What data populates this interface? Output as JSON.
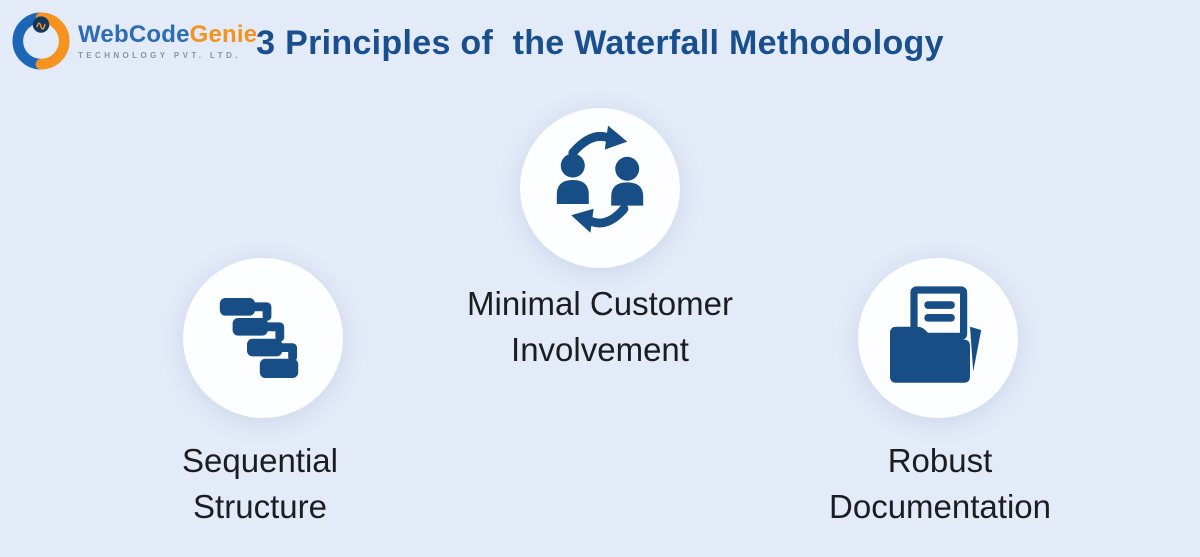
{
  "brand": {
    "name_blue": "WebCode",
    "name_orange": "Genie",
    "tagline": "TECHNOLOGY PVT. LTD."
  },
  "header": {
    "title": "3 Principles of  the Waterfall Methodology"
  },
  "principles": [
    {
      "id": "sequential-structure",
      "icon": "waterfall-blocks-icon",
      "label_line1": "Sequential",
      "label_line2": "Structure"
    },
    {
      "id": "minimal-customer-involvement",
      "icon": "people-sync-icon",
      "label_line1": "Minimal Customer",
      "label_line2": "Involvement"
    },
    {
      "id": "robust-documentation",
      "icon": "folder-document-icon",
      "label_line1": "Robust",
      "label_line2": "Documentation"
    }
  ],
  "colors": {
    "background": "#e3eaf8",
    "icon_navy": "#164e85",
    "title_blue": "#1a4f8d",
    "label_text": "#1d1d1f",
    "brand_blue": "#2e6db4",
    "brand_orange": "#f6921e",
    "tagline_gray": "#8d939d",
    "circle_fill": "#fdfeff"
  }
}
